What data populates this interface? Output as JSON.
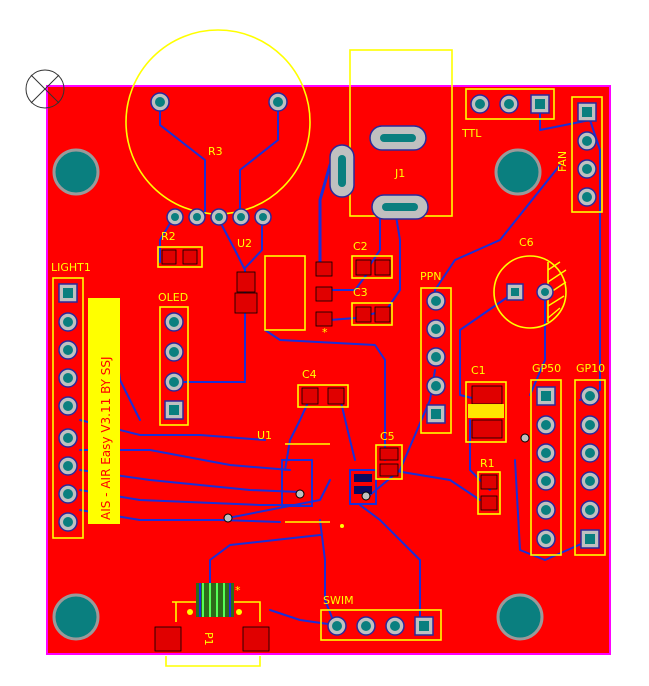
{
  "board": {
    "title_text": "AIS - AIR  Easy  V3.11 BY SSJ",
    "colors": {
      "copper": "#ff0000",
      "trace": "#1a2fd8",
      "silkscreen": "#ffff00",
      "outline": "#ff00ff",
      "mount_hole": "#0a7f7f"
    }
  },
  "labels": {
    "r3": "R3",
    "j1": "J1",
    "ttl": "TTL",
    "fan": "FAN",
    "r2": "R2",
    "u2": "U2",
    "c2": "C2",
    "c3": "C3",
    "c6": "C6",
    "light1": "LIGHT1",
    "oled": "OLED",
    "ppn": "PPN",
    "c4": "C4",
    "c1": "C1",
    "gp50": "GP50",
    "gp10": "GP10",
    "u1": "U1",
    "c5": "C5",
    "r1": "R1",
    "swim": "SWIM",
    "p1": "P1"
  }
}
